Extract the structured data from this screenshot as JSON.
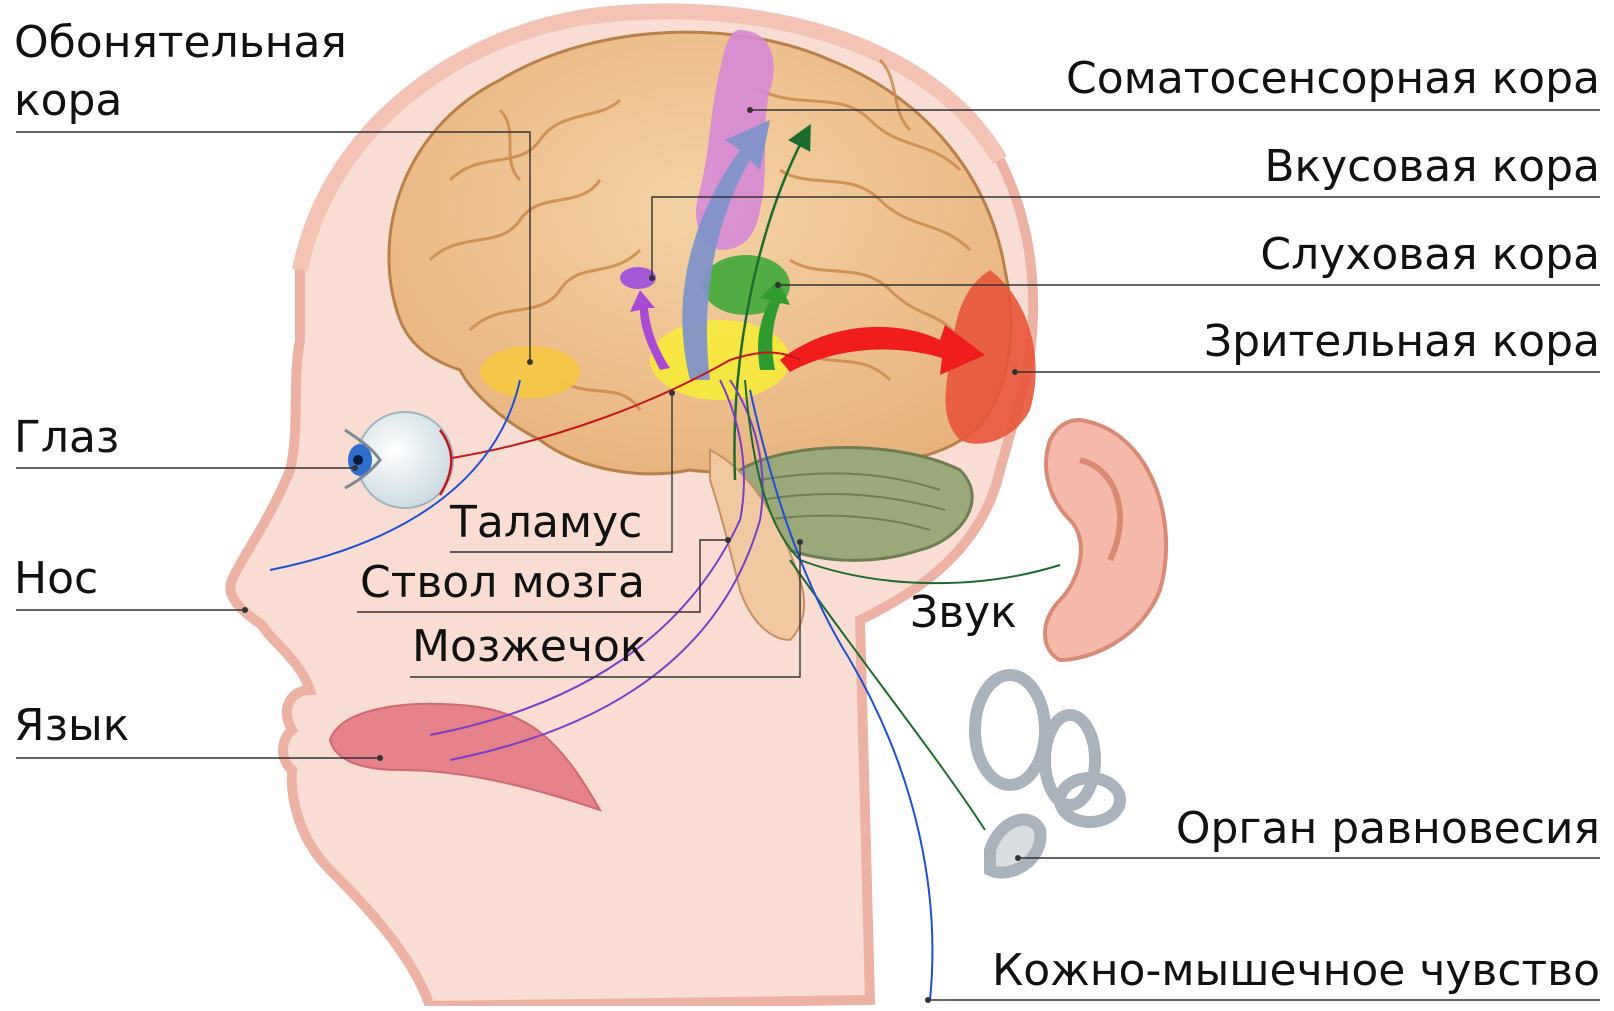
{
  "labels": {
    "olfactory_cortex": [
      "Обонятельная",
      "кора"
    ],
    "somatosensory_cortex": "Соматосенсорная кора",
    "gustatory_cortex": "Вкусовая кора",
    "auditory_cortex": "Слуховая кора",
    "visual_cortex": "Зрительная кора",
    "eye": "Глаз",
    "thalamus": "Таламус",
    "nose": "Нос",
    "brainstem": "Ствол мозга",
    "cerebellum": "Мозжечок",
    "sound": "Звук",
    "tongue": "Язык",
    "vestibular_organ": "Орган равновесия",
    "musculocutaneous_sense": "Кожно-мышечное чувство"
  },
  "colors": {
    "skin": "#f6cfc3",
    "skin_outline": "#e8a898",
    "brain": "#eec28f",
    "brain_fold": "#c98a4e",
    "olfactory": "#f5c842",
    "thalamus": "#f7ea3a",
    "somatosensory": "#d58ad6",
    "somatosensory_arrow": "#7f93c8",
    "gustatory": "#a45ad8",
    "auditory": "#3fa83a",
    "visual": "#e8553a",
    "visual_arrow": "#ef1d1d",
    "cerebellum": "#8f9f6c",
    "tongue": "#e8828a",
    "eye": "#e2edf2",
    "iris": "#2f6fd0",
    "nerve_red": "#c4161c",
    "nerve_blue": "#1e4fd8",
    "nerve_green": "#1e6b2e",
    "nerve_purple": "#7a3fc8",
    "inner_ear": "#d8dde2"
  }
}
